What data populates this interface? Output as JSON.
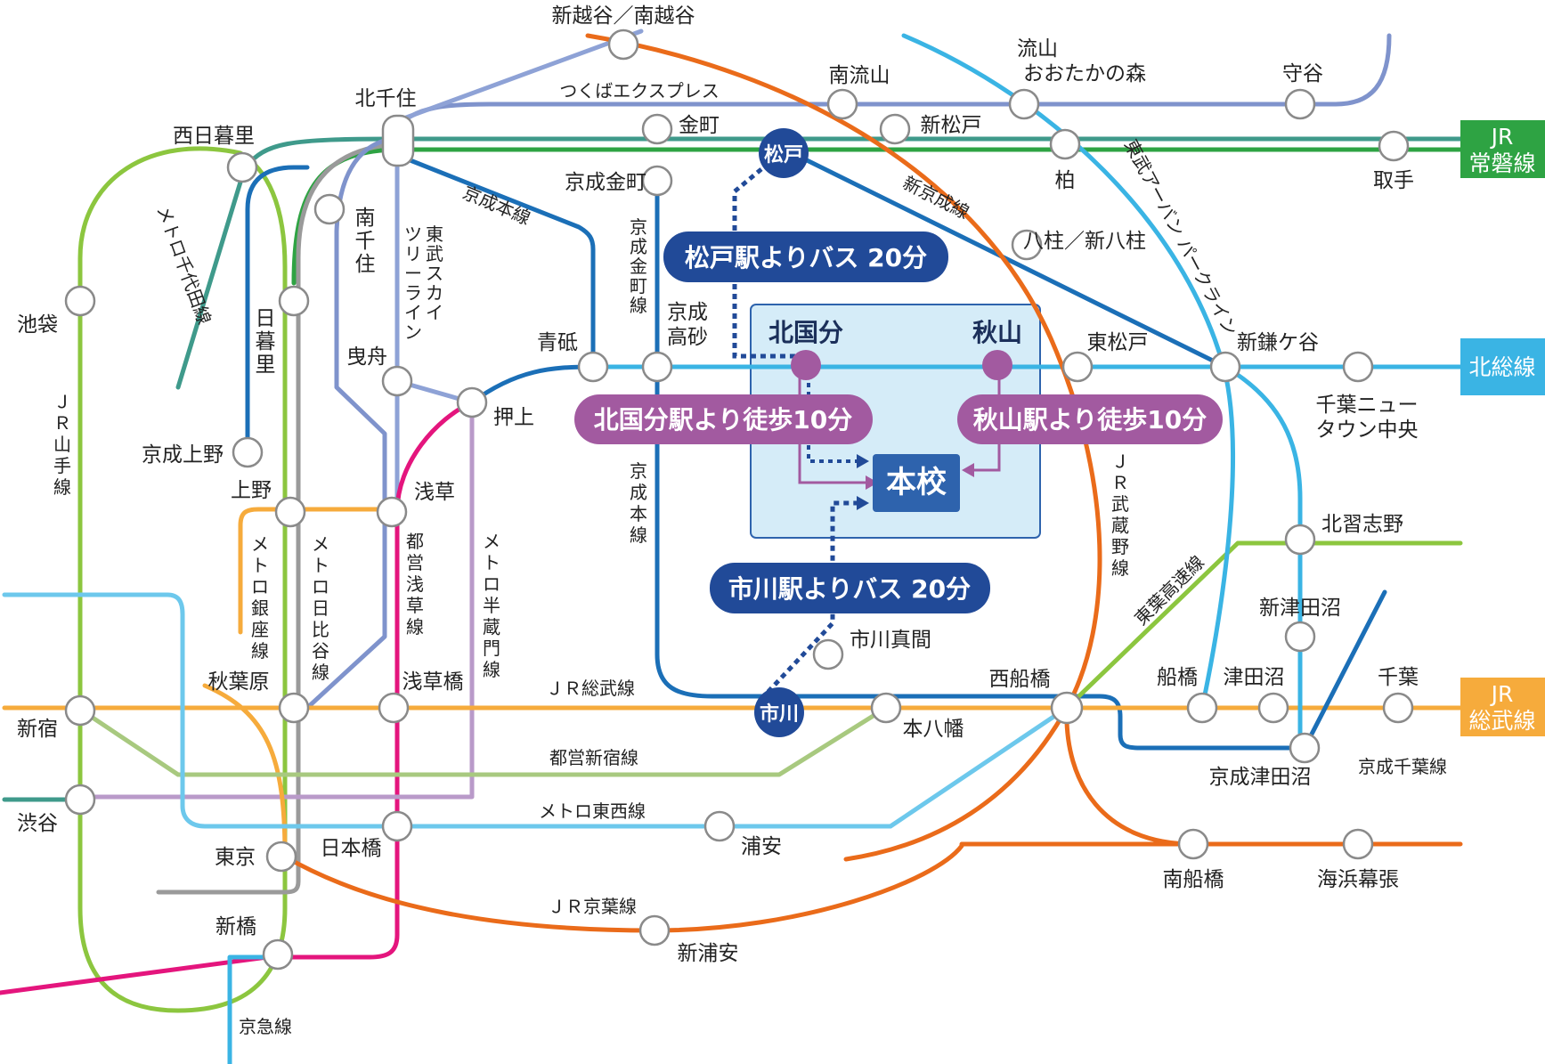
{
  "colors": {
    "yamanote": "#8cc63f",
    "sobu": "#f6ab3c",
    "musashino": "#ea6b1a",
    "keiyo": "#ea6b1a",
    "tobu_urban": "#3ab4e4",
    "hokuso": "#3ab4e4",
    "tsukuba": "#7f93cc",
    "joban": "#2ea343",
    "chiyoda": "#3f9a8b",
    "keisei": "#1b6fb7",
    "asakusa": "#e4157d",
    "hanzomon": "#b99ac9",
    "shinjuku_line": "#a8c97f",
    "tozai": "#6dc8ec",
    "hibiya": "#9a9a9a",
    "ginza": "#f6ab3c",
    "skytree": "#8ea2d6",
    "campus_area": "#d5ecf8",
    "bus_pill": "#214a98",
    "walk_pill": "#a25aa0",
    "station_dot": "#a25aa0",
    "honko": "#2e63ad"
  },
  "stations": {
    "shinkoshigaya": "新越谷／南越谷",
    "minaminagareyama": "南流山",
    "nagareyama_otaka": "流山\nおおたかの森",
    "moriya": "守谷",
    "kitasenju": "北千住",
    "nishinippori": "西日暮里",
    "kanamachi": "金町",
    "shinmatsudo": "新松戸",
    "kashiwa": "柏",
    "toride": "取手",
    "keisei_kanamachi": "京成金町",
    "minamisenju": "南千住",
    "nippori": "日暮里",
    "ikebukuro": "池袋",
    "keisei_ueno": "京成上野",
    "ueno": "上野",
    "hikifune": "曳舟",
    "oshiage": "押上",
    "aoto": "青砥",
    "keisei_takasago": "京成\n高砂",
    "asakusa": "浅草",
    "yabashira": "八柱／新八柱",
    "higashimatsudo": "東松戸",
    "shinkamagaya": "新鎌ケ谷",
    "chiba_nt": "千葉ニュー\nタウン中央",
    "kitanarashino": "北習志野",
    "shintsudanuma": "新津田沼",
    "ichikawamama": "市川真間",
    "nishifunabashi": "西船橋",
    "akihabara": "秋葉原",
    "asakusabashi": "浅草橋",
    "shinjuku": "新宿",
    "motoyawata": "本八幡",
    "funabashi": "船橋",
    "tsudanuma": "津田沼",
    "chiba": "千葉",
    "keisei_tsudanuma": "京成津田沼",
    "shibuya": "渋谷",
    "urayasu": "浦安",
    "tokyo": "東京",
    "nihonbashi": "日本橋",
    "minamifunabashi": "南船橋",
    "kaihinmakuhari": "海浜幕張",
    "shimbashi": "新橋",
    "shinurayasu": "新浦安"
  },
  "line_labels": {
    "tsukuba": "つくばエクスプレス",
    "chiyoda": "メトロ千代田線",
    "keisei_main": "京成本線",
    "skytree": "東武スカイ\nツリーライン",
    "keisei_kanamachi_line": "京成\n金町線",
    "shinkeisei": "新京成線",
    "tobu_urban": "東武アーバン\nパークライン",
    "yamanote": "ＪＲ山手線",
    "keisei_main_2": "京成本線",
    "musashino": "ＪＲ武蔵野線",
    "ginza": "メトロ銀座線",
    "hibiya": "メトロ日比谷線",
    "asakusa_line": "都営浅草線",
    "hanzomon": "メトロ半蔵門線",
    "toyo": "東葉高速線",
    "sobu": "ＪＲ総武線",
    "shinjuku_line": "都営新宿線",
    "tozai": "メトロ東西線",
    "keisei_chiba": "京成千葉線",
    "keiyo": "ＪＲ京葉線",
    "keikyu": "京急線"
  },
  "badges": {
    "joban": "JR\n常磐線",
    "hokuso": "北総線",
    "sobu": "JR\n総武線"
  },
  "access": {
    "matsudo": "松戸",
    "ichikawa": "市川",
    "kitakokubun": "北国分",
    "akiyama": "秋山",
    "honko": "本校",
    "bus_matsudo": "松戸駅よりバス 20分",
    "walk_kitakokubun": "北国分駅より徒歩10分",
    "walk_akiyama": "秋山駅より徒歩10分",
    "bus_ichikawa": "市川駅よりバス 20分"
  }
}
